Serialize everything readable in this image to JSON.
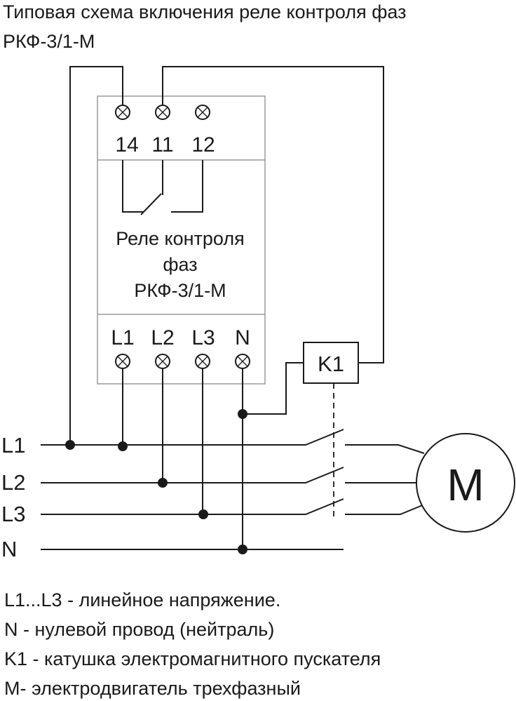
{
  "title": {
    "line1": "Типовая схема включения реле контроля фаз",
    "line2": "РКФ-3/1-М"
  },
  "relay": {
    "top_terminals": [
      "14",
      "11",
      "12"
    ],
    "label_lines": [
      "Реле контроля",
      "фаз",
      "РКФ-3/1-М"
    ],
    "bottom_terminals": [
      "L1",
      "L2",
      "L3",
      "N"
    ]
  },
  "coil": {
    "label": "K1"
  },
  "motor": {
    "label": "M"
  },
  "lines": [
    "L1",
    "L2",
    "L3",
    "N"
  ],
  "legend": [
    "L1...L3 - линейное напряжение.",
    "N - нулевой провод (нейтраль)",
    "K1 - катушка электромагнитного пускателя",
    "M- электродвигатель трехфазный"
  ],
  "colors": {
    "ink": "#1a1a1a",
    "box_border": "#9a9a9a",
    "background": "#ffffff"
  }
}
